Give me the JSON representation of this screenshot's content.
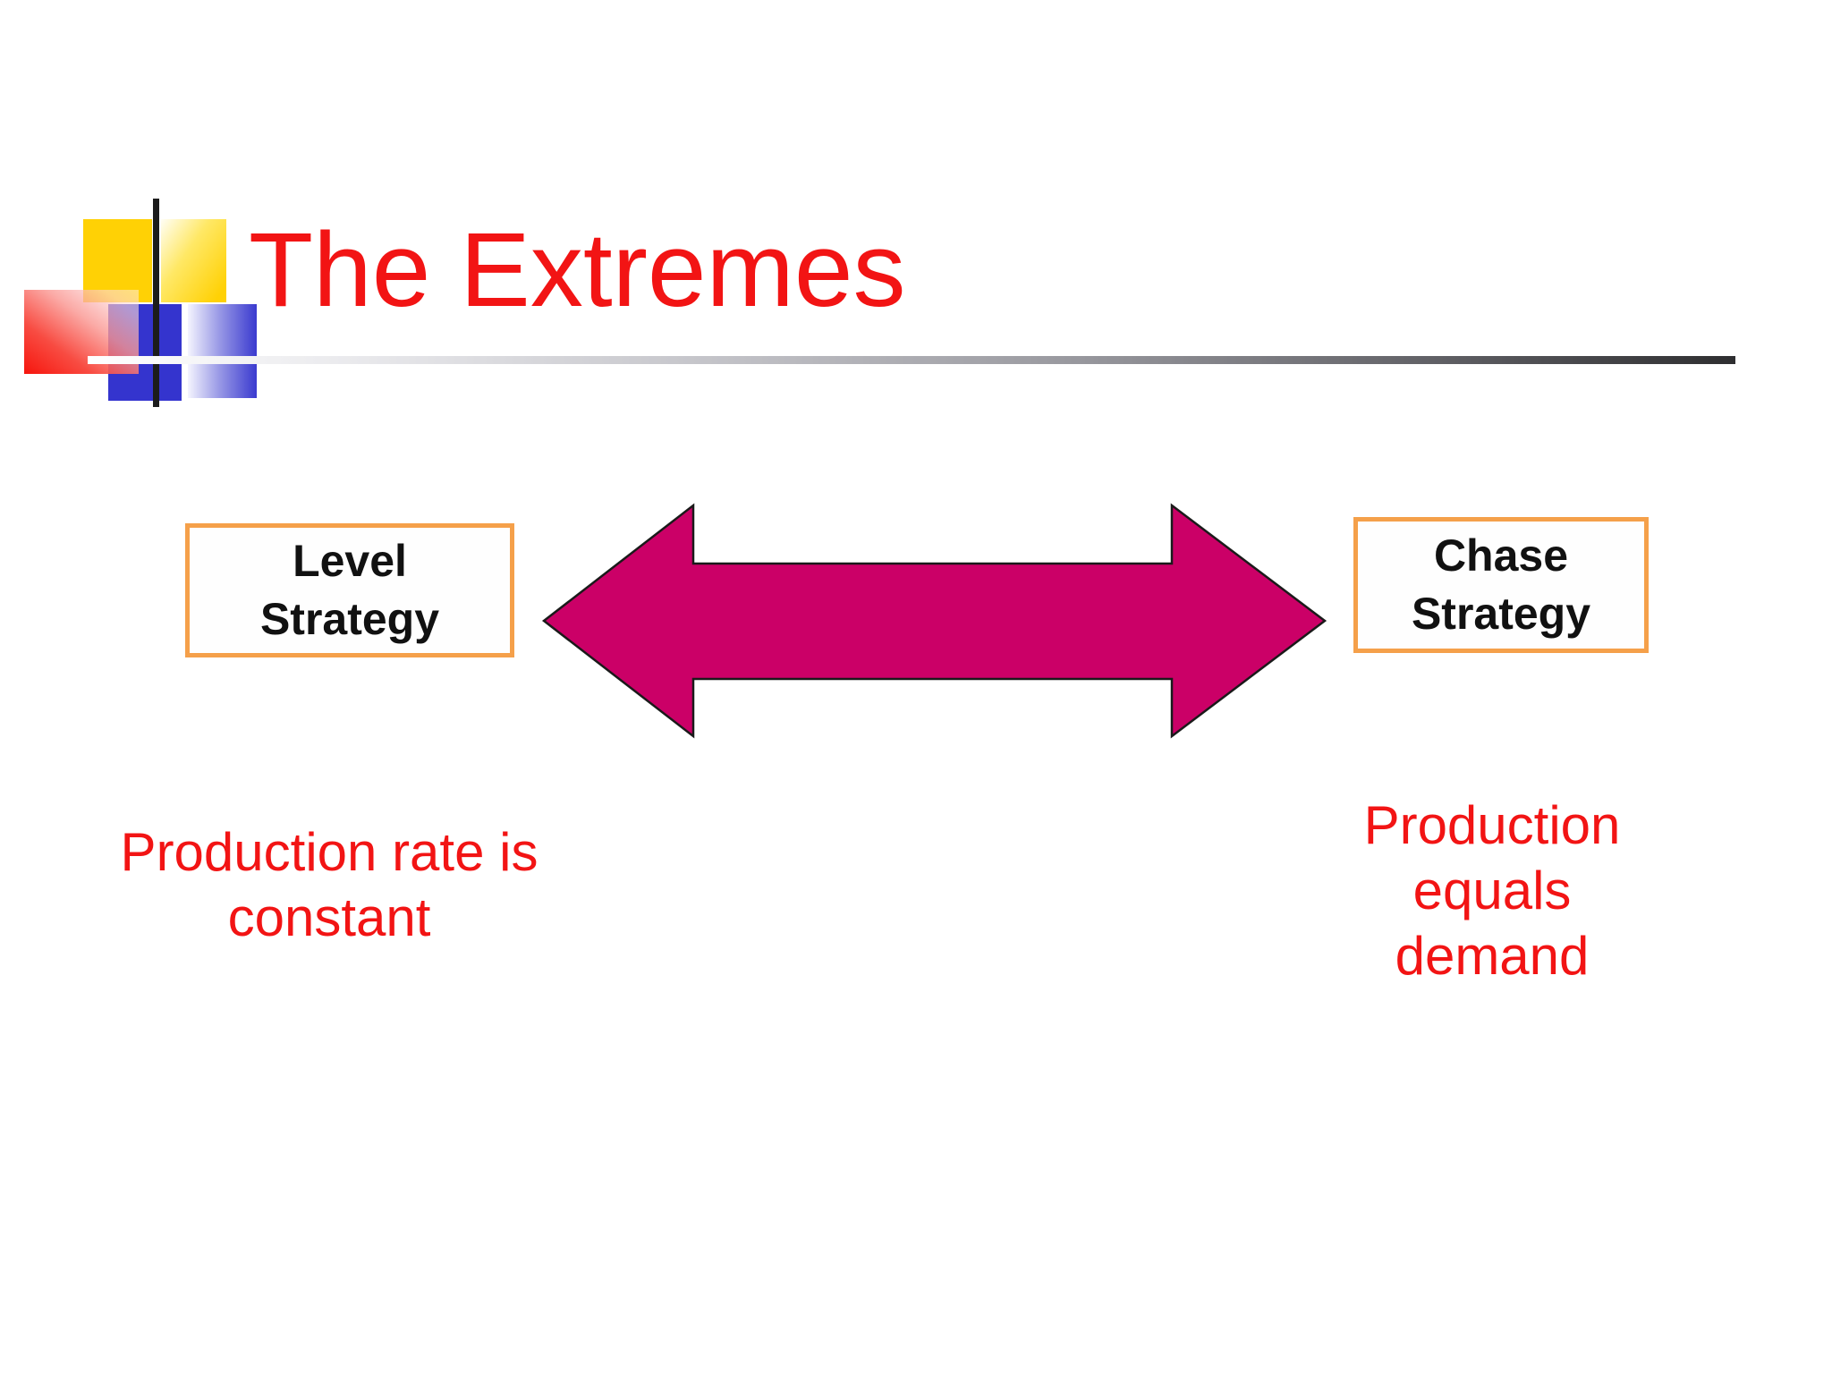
{
  "slide": {
    "title": "The Extremes",
    "title_color": "#F21414",
    "background": "#FFFFFF",
    "logo": {
      "description": "decorative overlapping squares logo",
      "gold": "#FFD105",
      "blue": "#3434CE",
      "red": "#F6150D",
      "black_line": "#1C1C1C"
    },
    "divider": {
      "start_color": "#FFFFFF",
      "end_color": "#2E2E30"
    },
    "boxes": {
      "border_color": "#F5A04A",
      "text_color": "#111111",
      "left": {
        "line1": "Level",
        "line2": "Strategy"
      },
      "right": {
        "line1": "Chase",
        "line2": "Strategy"
      }
    },
    "arrow": {
      "type": "double-headed horizontal arrow",
      "fill": "#CB0067",
      "outline": "#1A1A1A"
    },
    "captions": {
      "color": "#F21414",
      "left": {
        "line1": "Production rate is",
        "line2": "constant"
      },
      "right": {
        "line1": "Production",
        "line2": "equals",
        "line3": "demand"
      }
    }
  }
}
